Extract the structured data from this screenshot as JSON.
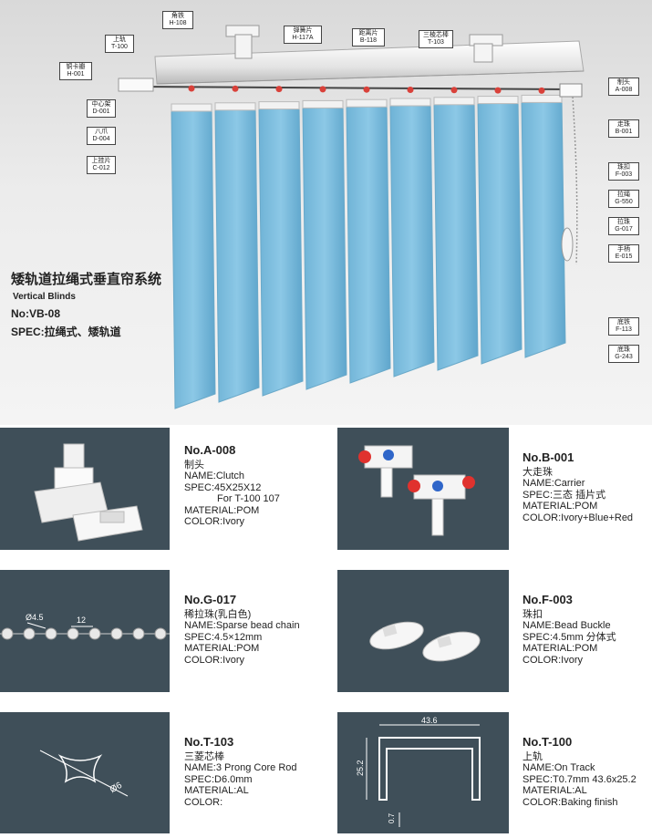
{
  "hero": {
    "title_zh": "矮轨道拉绳式垂直帘系统",
    "title_en": "Vertical Blinds",
    "model_no": "No:VB-08",
    "spec": "SPEC:拉绳式、矮轨道",
    "labels": {
      "h108": {
        "zh": "角铁",
        "code": "H-108"
      },
      "h117a": {
        "zh": "弹簧片",
        "code": "H-117A"
      },
      "b118": {
        "zh": "距离片",
        "code": "B-118"
      },
      "t103": {
        "zh": "三棱芯棒",
        "code": "T-103"
      },
      "t100": {
        "zh": "上轨",
        "code": "T-100"
      },
      "h001": {
        "zh": "铜卡瓣",
        "code": "H-001"
      },
      "d001": {
        "zh": "中心架",
        "code": "D-001"
      },
      "d004": {
        "zh": "八爪",
        "code": "D-004"
      },
      "c012": {
        "zh": "上挂片",
        "code": "C-012"
      },
      "a008": {
        "zh": "制头",
        "code": "A-008"
      },
      "b001": {
        "zh": "走珠",
        "code": "B-001"
      },
      "f003": {
        "zh": "珠扣",
        "code": "F-003"
      },
      "g550": {
        "zh": "拉绳",
        "code": "G-550"
      },
      "g017": {
        "zh": "拉珠",
        "code": "G-017"
      },
      "e015": {
        "zh": "手柄",
        "code": "E-015"
      },
      "f113": {
        "zh": "底铁",
        "code": "F-113"
      },
      "g243": {
        "zh": "底珠",
        "code": "G-243"
      }
    }
  },
  "products": [
    {
      "no": "No.A-008",
      "zh": "制头",
      "name": "NAME:Clutch",
      "spec": "SPEC:45X25X12",
      "spec2": "For T-100 107",
      "material": "MATERIAL:POM",
      "color": "COLOR:Ivory"
    },
    {
      "no": "No.B-001",
      "zh": "大走珠",
      "name": "NAME:Carrier",
      "spec": "SPEC:三态 插片式",
      "material": "MATERIAL:POM",
      "color": "COLOR:Ivory+Blue+Red"
    },
    {
      "no": "No.G-017",
      "zh": "稀拉珠(乳白色)",
      "name": "NAME:Sparse bead chain",
      "spec": "SPEC:4.5×12mm",
      "material": "MATERIAL:POM",
      "color": "COLOR:Ivory",
      "dim1": "Ø4.5",
      "dim2": "12"
    },
    {
      "no": "No.F-003",
      "zh": "珠扣",
      "name": "NAME:Bead Buckle",
      "spec": "SPEC:4.5mm 分体式",
      "material": "MATERIAL:POM",
      "color": "COLOR:Ivory"
    },
    {
      "no": "No.T-103",
      "zh": "三菱芯棒",
      "name": "NAME:3 Prong Core Rod",
      "spec": "SPEC:D6.0mm",
      "material": "MATERIAL:AL",
      "color": "COLOR:",
      "dim1": "Ø6"
    },
    {
      "no": "No.T-100",
      "zh": "上轨",
      "name": "NAME:On Track",
      "spec": "SPEC:T0.7mm 43.6x25.2",
      "material": "MATERIAL:AL",
      "color": "COLOR:Baking finish",
      "dim1": "43.6",
      "dim2": "25.2",
      "dim3": "0.7"
    }
  ]
}
